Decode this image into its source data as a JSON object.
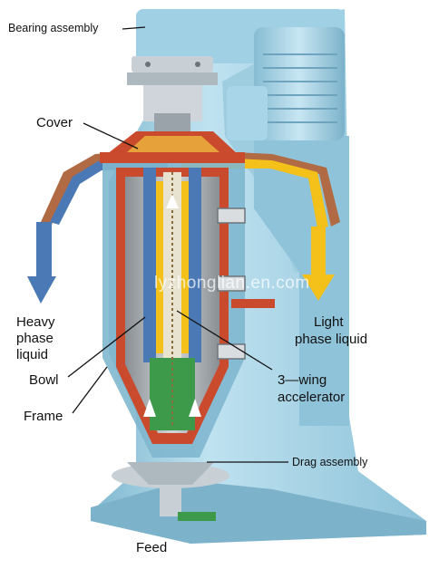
{
  "labels": {
    "bearing_assembly": "Bearing assembly",
    "cover": "Cover",
    "heavy_phase": [
      "Heavy",
      "phase",
      "liquid"
    ],
    "light_phase": [
      "Light",
      "phase liquid"
    ],
    "bowl": "Bowl",
    "frame": "Frame",
    "accelerator": [
      "3—wing",
      "accelerator"
    ],
    "drag_assembly": "Drag assembly",
    "feed": "Feed"
  },
  "watermark": "lyzhonglian.en.com",
  "colors": {
    "machine_body": "#a9d4e6",
    "machine_shadow": "#6fa9c2",
    "bowl_red": "#c94a2c",
    "heavy_liquid_blue": "#4a79b5",
    "light_liquid_yellow": "#f3c11a",
    "accelerator_green": "#3c9a4a",
    "spout_brown": "#b06a44"
  }
}
